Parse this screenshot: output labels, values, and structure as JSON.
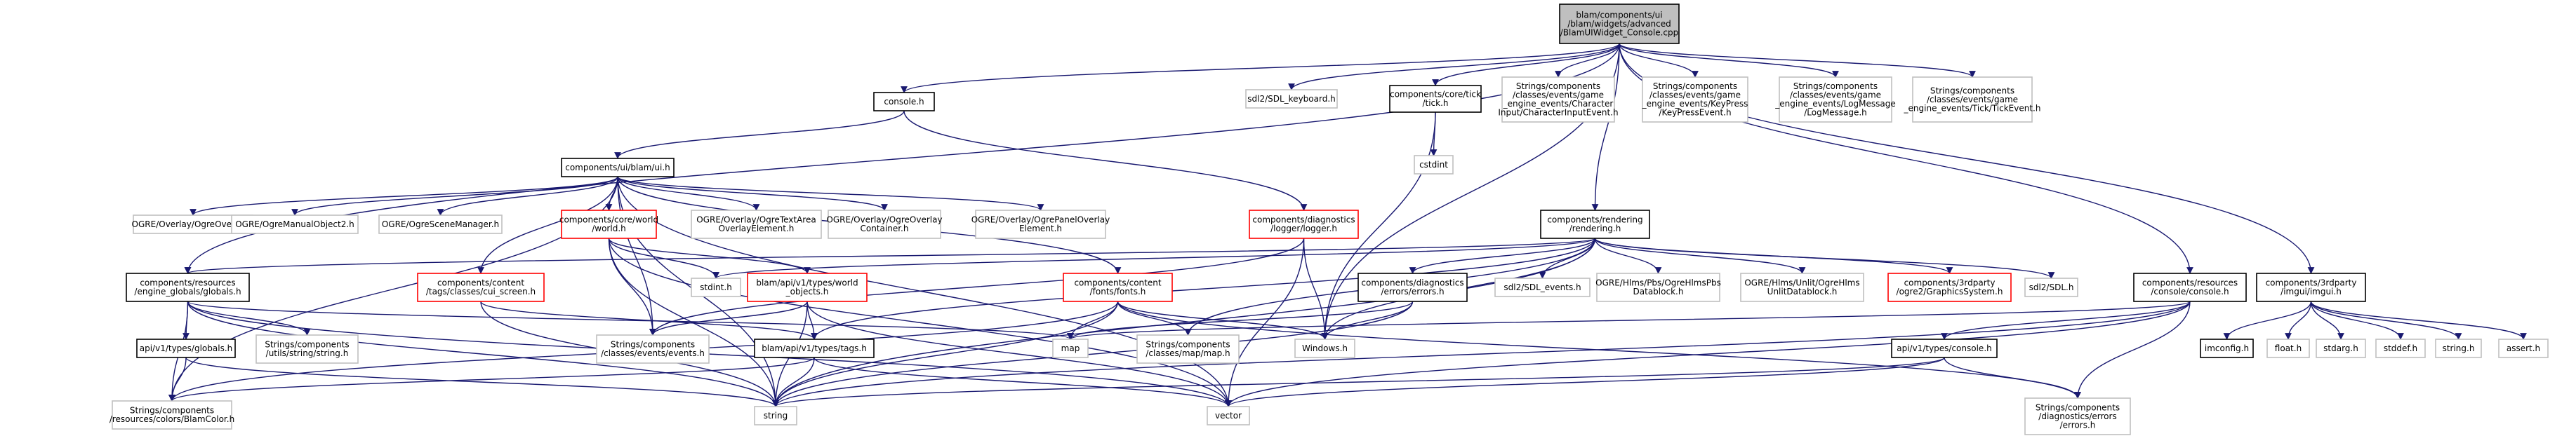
{
  "title": "",
  "colors": {
    "edge": "#191970",
    "root_fill": "#bfbfbf",
    "normal_border": "#000000",
    "external_border": "#bfbfbf",
    "missing_border": "#ff0000",
    "text": "#000000"
  },
  "nodes": [
    {
      "id": "root",
      "lines": [
        "blam/components/ui",
        "/blam/widgets/advanced",
        "/BlamUIWidget_Console.cpp"
      ],
      "kind": "root"
    },
    {
      "id": "console_h",
      "lines": [
        "console.h"
      ],
      "kind": "normal"
    },
    {
      "id": "sdl_keyboard",
      "lines": [
        "sdl2/SDL_keyboard.h"
      ],
      "kind": "external"
    },
    {
      "id": "core_tick",
      "lines": [
        "components/core/tick",
        "/tick.h"
      ],
      "kind": "normal"
    },
    {
      "id": "char_input_event",
      "lines": [
        "Strings/components",
        "/classes/events/game",
        "_engine_events/Character",
        "Input/CharacterInputEvent.h"
      ],
      "kind": "external"
    },
    {
      "id": "keypress_event",
      "lines": [
        "Strings/components",
        "/classes/events/game",
        "_engine_events/KeyPress",
        "/KeyPressEvent.h"
      ],
      "kind": "external"
    },
    {
      "id": "logmessage_event",
      "lines": [
        "Strings/components",
        "/classes/events/game",
        "_engine_events/LogMessage",
        "/LogMessage.h"
      ],
      "kind": "external"
    },
    {
      "id": "tick_event",
      "lines": [
        "Strings/components",
        "/classes/events/game",
        "_engine_events/Tick/TickEvent.h"
      ],
      "kind": "external"
    },
    {
      "id": "cstdint",
      "lines": [
        "cstdint"
      ],
      "kind": "external"
    },
    {
      "id": "ui_h",
      "lines": [
        "components/ui/blam/ui.h"
      ],
      "kind": "normal"
    },
    {
      "id": "ogre_overlay",
      "lines": [
        "OGRE/Overlay/OgreOverlay.h"
      ],
      "kind": "external"
    },
    {
      "id": "ogre_manual",
      "lines": [
        "OGRE/OgreManualObject2.h"
      ],
      "kind": "external"
    },
    {
      "id": "ogre_scene",
      "lines": [
        "OGRE/OgreSceneManager.h"
      ],
      "kind": "external"
    },
    {
      "id": "world_h",
      "lines": [
        "components/core/world",
        "/world.h"
      ],
      "kind": "missing"
    },
    {
      "id": "ogre_textarea",
      "lines": [
        "OGRE/Overlay/OgreTextArea",
        "OverlayElement.h"
      ],
      "kind": "external"
    },
    {
      "id": "ogre_container",
      "lines": [
        "OGRE/Overlay/OgreOverlay",
        "Container.h"
      ],
      "kind": "external"
    },
    {
      "id": "ogre_panel",
      "lines": [
        "OGRE/Overlay/OgrePanelOverlay",
        "Element.h"
      ],
      "kind": "external"
    },
    {
      "id": "logger_h",
      "lines": [
        "components/diagnostics",
        "/logger/logger.h"
      ],
      "kind": "missing"
    },
    {
      "id": "rendering_h",
      "lines": [
        "components/rendering",
        "/rendering.h"
      ],
      "kind": "normal"
    },
    {
      "id": "globals_h",
      "lines": [
        "components/resources",
        "/engine_globals/globals.h"
      ],
      "kind": "normal"
    },
    {
      "id": "cui_screen",
      "lines": [
        "components/content",
        "/tags/classes/cui_screen.h"
      ],
      "kind": "missing"
    },
    {
      "id": "stdint_h",
      "lines": [
        "stdint.h"
      ],
      "kind": "external"
    },
    {
      "id": "world_objects",
      "lines": [
        "blam/api/v1/types/world",
        "_objects.h"
      ],
      "kind": "missing"
    },
    {
      "id": "fonts_h",
      "lines": [
        "components/content",
        "/fonts/fonts.h"
      ],
      "kind": "missing"
    },
    {
      "id": "errors_h",
      "lines": [
        "components/diagnostics",
        "/errors/errors.h"
      ],
      "kind": "normal"
    },
    {
      "id": "sdl_events",
      "lines": [
        "sdl2/SDL_events.h"
      ],
      "kind": "external"
    },
    {
      "id": "hlms_pbs",
      "lines": [
        "OGRE/Hlms/Pbs/OgreHlmsPbs",
        "Datablock.h"
      ],
      "kind": "external"
    },
    {
      "id": "hlms_unlit",
      "lines": [
        "OGRE/Hlms/Unlit/OgreHlms",
        "UnlitDatablock.h"
      ],
      "kind": "external"
    },
    {
      "id": "graphics_system",
      "lines": [
        "components/3rdparty",
        "/ogre2/GraphicsSystem.h"
      ],
      "kind": "missing"
    },
    {
      "id": "sdl_h",
      "lines": [
        "sdl2/SDL.h"
      ],
      "kind": "external"
    },
    {
      "id": "res_console",
      "lines": [
        "components/resources",
        "/console/console.h"
      ],
      "kind": "normal"
    },
    {
      "id": "imgui_h",
      "lines": [
        "components/3rdparty",
        "/imgui/imgui.h"
      ],
      "kind": "normal"
    },
    {
      "id": "api_globals",
      "lines": [
        "api/v1/types/globals.h"
      ],
      "kind": "normal"
    },
    {
      "id": "utils_string",
      "lines": [
        "Strings/components",
        "/utils/string/string.h"
      ],
      "kind": "external"
    },
    {
      "id": "events_h",
      "lines": [
        "Strings/components",
        "/classes/events/events.h"
      ],
      "kind": "external"
    },
    {
      "id": "tags_h",
      "lines": [
        "blam/api/v1/types/tags.h"
      ],
      "kind": "normal"
    },
    {
      "id": "map",
      "lines": [
        "map"
      ],
      "kind": "external"
    },
    {
      "id": "map_h",
      "lines": [
        "Strings/components",
        "/classes/map/map.h"
      ],
      "kind": "external"
    },
    {
      "id": "windows_h",
      "lines": [
        "Windows.h"
      ],
      "kind": "external"
    },
    {
      "id": "api_console",
      "lines": [
        "api/v1/types/console.h"
      ],
      "kind": "normal"
    },
    {
      "id": "imconfig",
      "lines": [
        "imconfig.h"
      ],
      "kind": "normal"
    },
    {
      "id": "float_h",
      "lines": [
        "float.h"
      ],
      "kind": "external"
    },
    {
      "id": "stdarg_h",
      "lines": [
        "stdarg.h"
      ],
      "kind": "external"
    },
    {
      "id": "stddef_h",
      "lines": [
        "stddef.h"
      ],
      "kind": "external"
    },
    {
      "id": "string_h",
      "lines": [
        "string.h"
      ],
      "kind": "external"
    },
    {
      "id": "assert_h",
      "lines": [
        "assert.h"
      ],
      "kind": "external"
    },
    {
      "id": "blam_color",
      "lines": [
        "Strings/components",
        "/resources/colors/BlamColor.h"
      ],
      "kind": "external"
    },
    {
      "id": "string",
      "lines": [
        "string"
      ],
      "kind": "external"
    },
    {
      "id": "vector",
      "lines": [
        "vector"
      ],
      "kind": "external"
    },
    {
      "id": "errors_str",
      "lines": [
        "Strings/components",
        "/diagnostics/errors",
        "/errors.h"
      ],
      "kind": "external"
    }
  ],
  "edges": [
    [
      "root",
      "console_h"
    ],
    [
      "root",
      "sdl_keyboard"
    ],
    [
      "root",
      "core_tick"
    ],
    [
      "root",
      "char_input_event"
    ],
    [
      "root",
      "keypress_event"
    ],
    [
      "root",
      "logmessage_event"
    ],
    [
      "root",
      "tick_event"
    ],
    [
      "root",
      "rendering_h"
    ],
    [
      "root",
      "res_console"
    ],
    [
      "root",
      "imgui_h"
    ],
    [
      "root",
      "globals_h"
    ],
    [
      "root",
      "windows_h"
    ],
    [
      "console_h",
      "ui_h"
    ],
    [
      "console_h",
      "logger_h"
    ],
    [
      "core_tick",
      "cstdint"
    ],
    [
      "core_tick",
      "windows_h"
    ],
    [
      "ui_h",
      "ogre_overlay"
    ],
    [
      "ui_h",
      "ogre_manual"
    ],
    [
      "ui_h",
      "ogre_scene"
    ],
    [
      "ui_h",
      "world_h"
    ],
    [
      "ui_h",
      "ogre_textarea"
    ],
    [
      "ui_h",
      "ogre_container"
    ],
    [
      "ui_h",
      "ogre_panel"
    ],
    [
      "ui_h",
      "cui_screen"
    ],
    [
      "ui_h",
      "fonts_h"
    ],
    [
      "ui_h",
      "vector"
    ],
    [
      "ui_h",
      "string"
    ],
    [
      "ui_h",
      "blam_color"
    ],
    [
      "ui_h",
      "events_h"
    ],
    [
      "world_h",
      "stdint_h"
    ],
    [
      "world_h",
      "world_objects"
    ],
    [
      "world_h",
      "events_h"
    ],
    [
      "world_h",
      "string"
    ],
    [
      "world_h",
      "vector"
    ],
    [
      "logger_h",
      "windows_h"
    ],
    [
      "logger_h",
      "events_h"
    ],
    [
      "logger_h",
      "vector"
    ],
    [
      "rendering_h",
      "errors_h"
    ],
    [
      "rendering_h",
      "sdl_events"
    ],
    [
      "rendering_h",
      "hlms_pbs"
    ],
    [
      "rendering_h",
      "hlms_unlit"
    ],
    [
      "rendering_h",
      "graphics_system"
    ],
    [
      "rendering_h",
      "sdl_h"
    ],
    [
      "rendering_h",
      "globals_h"
    ],
    [
      "rendering_h",
      "stdint_h"
    ],
    [
      "rendering_h",
      "tags_h"
    ],
    [
      "rendering_h",
      "map_h"
    ],
    [
      "rendering_h",
      "windows_h"
    ],
    [
      "rendering_h",
      "string"
    ],
    [
      "globals_h",
      "api_globals"
    ],
    [
      "globals_h",
      "utils_string"
    ],
    [
      "globals_h",
      "blam_color"
    ],
    [
      "globals_h",
      "map"
    ],
    [
      "globals_h",
      "string"
    ],
    [
      "globals_h",
      "vector"
    ],
    [
      "cui_screen",
      "tags_h"
    ],
    [
      "cui_screen",
      "string"
    ],
    [
      "world_objects",
      "tags_h"
    ],
    [
      "world_objects",
      "events_h"
    ],
    [
      "world_objects",
      "string"
    ],
    [
      "world_objects",
      "vector"
    ],
    [
      "fonts_h",
      "map"
    ],
    [
      "fonts_h",
      "map_h"
    ],
    [
      "fonts_h",
      "windows_h"
    ],
    [
      "fonts_h",
      "string"
    ],
    [
      "fonts_h",
      "errors_str"
    ],
    [
      "fonts_h",
      "blam_color"
    ],
    [
      "errors_h",
      "windows_h"
    ],
    [
      "errors_h",
      "map"
    ],
    [
      "errors_h",
      "string"
    ],
    [
      "res_console",
      "api_console"
    ],
    [
      "res_console",
      "string"
    ],
    [
      "res_console",
      "vector"
    ],
    [
      "res_console",
      "errors_str"
    ],
    [
      "res_console",
      "map"
    ],
    [
      "imgui_h",
      "imconfig"
    ],
    [
      "imgui_h",
      "float_h"
    ],
    [
      "imgui_h",
      "stdarg_h"
    ],
    [
      "imgui_h",
      "stddef_h"
    ],
    [
      "imgui_h",
      "string_h"
    ],
    [
      "imgui_h",
      "assert_h"
    ],
    [
      "api_globals",
      "blam_color"
    ],
    [
      "api_globals",
      "string"
    ],
    [
      "tags_h",
      "string"
    ],
    [
      "tags_h",
      "vector"
    ],
    [
      "tags_h",
      "blam_color"
    ],
    [
      "api_console",
      "string"
    ],
    [
      "api_console",
      "vector"
    ],
    [
      "api_console",
      "errors_str"
    ]
  ]
}
